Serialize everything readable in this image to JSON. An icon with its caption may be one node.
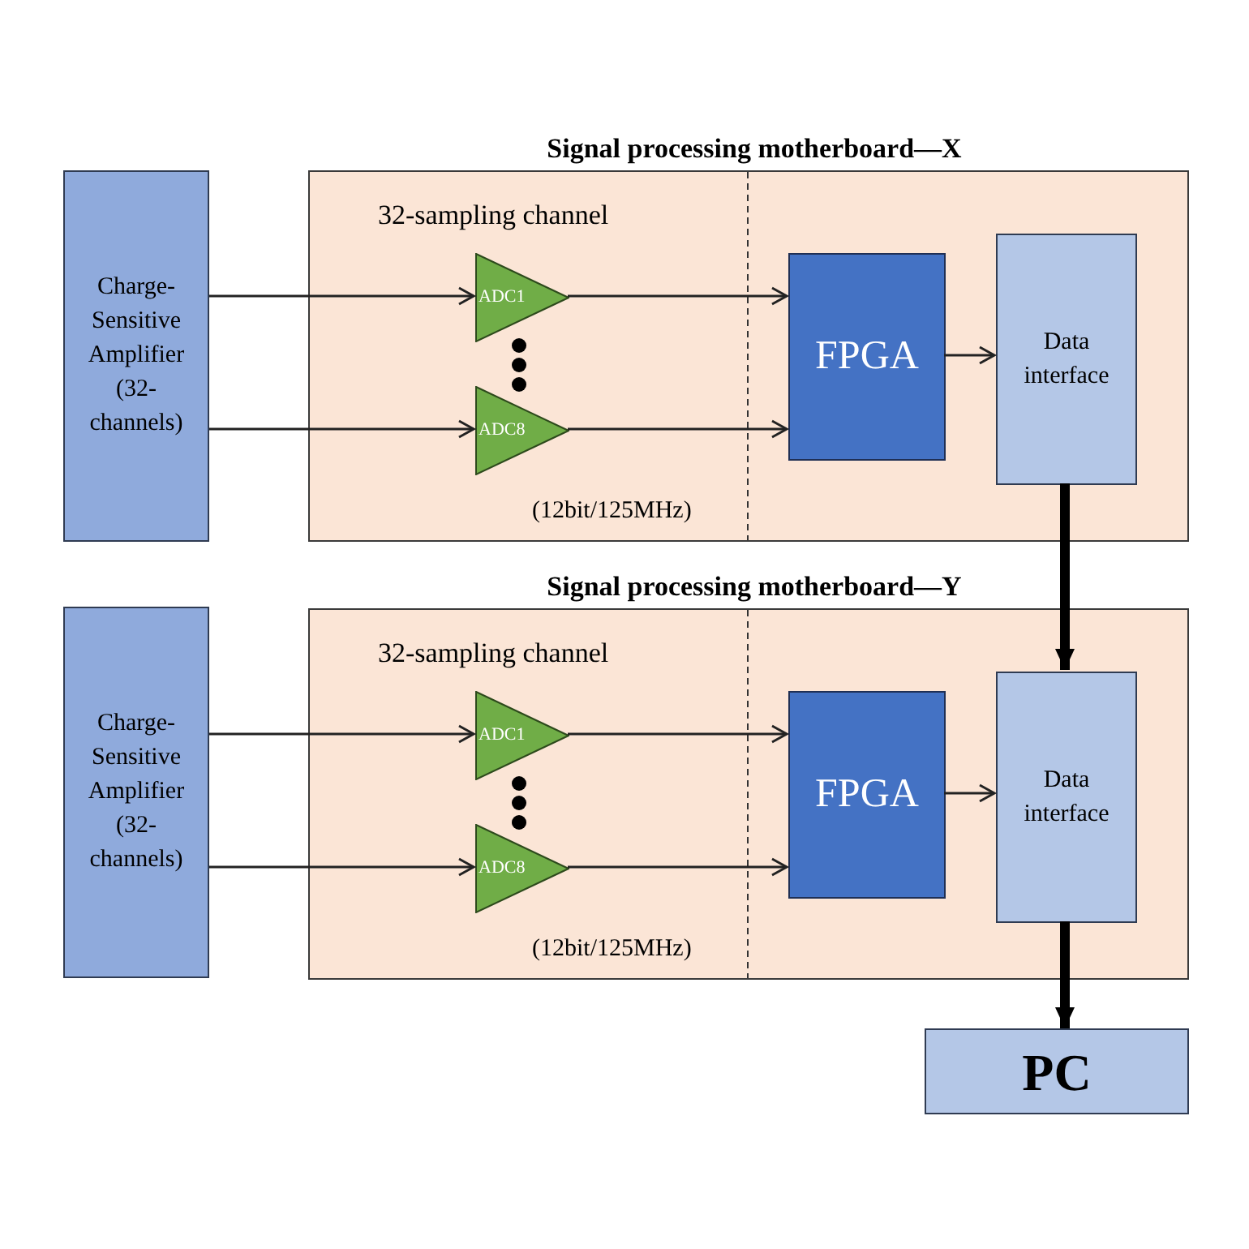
{
  "diagram": {
    "nodes": [
      {
        "text": [
          "Charge-Sensitive Amplifier (32-channels)"
        ]
      },
      {
        "text": [
          "Signal processing motherboard—X",
          "32-sampling channel",
          "(12bit/125MHz)"
        ]
      },
      {
        "text": [
          "ADC1"
        ],
        "in": 1
      },
      {
        "text": [
          "ADC8"
        ],
        "in": 1
      },
      {
        "text": [
          "FPGA"
        ],
        "in": 1
      },
      {
        "text": [
          "Data interface"
        ],
        "in": 1
      },
      {
        "text": [
          "Charge-Sensitive Amplifier (32-channels)"
        ]
      },
      {
        "text": [
          "Signal processing motherboard—Y",
          "32-sampling channel",
          "(12bit/125MHz)"
        ]
      },
      {
        "text": [
          "ADC1"
        ],
        "in": 7
      },
      {
        "text": [
          "ADC8"
        ],
        "in": 7
      },
      {
        "text": [
          "FPGA"
        ],
        "in": 7
      },
      {
        "text": [
          "Data interface"
        ],
        "in": 7
      },
      {
        "text": [
          "PC"
        ]
      }
    ],
    "edges": [
      {
        "from": 0,
        "to": 2,
        "arrow": "to"
      },
      {
        "from": 0,
        "to": 3,
        "arrow": "to"
      },
      {
        "from": 2,
        "to": 4,
        "arrow": "to"
      },
      {
        "from": 3,
        "to": 4,
        "arrow": "to"
      },
      {
        "from": 4,
        "to": 5,
        "arrow": "to"
      },
      {
        "from": 5,
        "to": 11,
        "arrow": "to",
        "style": "thick"
      },
      {
        "from": 6,
        "to": 8,
        "arrow": "to"
      },
      {
        "from": 6,
        "to": 9,
        "arrow": "to"
      },
      {
        "from": 8,
        "to": 10,
        "arrow": "to"
      },
      {
        "from": 9,
        "to": 10,
        "arrow": "to"
      },
      {
        "from": 10,
        "to": 11,
        "arrow": "to"
      },
      {
        "from": 11,
        "to": 12,
        "arrow": "to",
        "style": "thick"
      }
    ]
  }
}
